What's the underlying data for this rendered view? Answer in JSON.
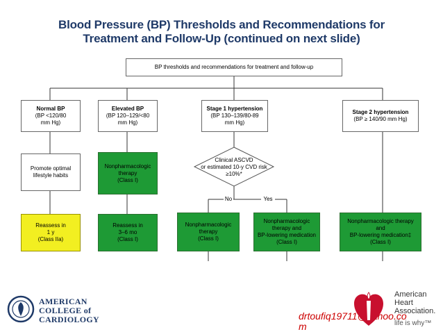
{
  "title": {
    "line1": "Blood Pressure (BP) Thresholds and Recommendations for",
    "line2": "Treatment and Follow-Up (continued on next slide)"
  },
  "root": {
    "label": "BP thresholds and recommendations for treatment and follow-up"
  },
  "categories": [
    {
      "name": "Normal BP",
      "range_line1": "(BP <120/80",
      "range_line2": "mm Hg)"
    },
    {
      "name": "Elevated BP",
      "range_line1": "(BP 120–129/<80",
      "range_line2": "mm Hg)"
    },
    {
      "name": "Stage 1 hypertension",
      "range_line1": "(BP 130–139/80-89",
      "range_line2": "mm Hg)"
    },
    {
      "name": "Stage 2 hypertension",
      "range_line1": "(BP ≥ 140/90 mm Hg)",
      "range_line2": ""
    }
  ],
  "second_row": {
    "normal": {
      "line1": "Promote optimal",
      "line2": "lifestyle habits"
    },
    "elevated": {
      "line1": "Nonpharmacologic",
      "line2": "therapy",
      "line3": "(Class I)"
    }
  },
  "decision": {
    "line1": "Clinical ASCVD",
    "line2": "or estimated 10-y CVD risk",
    "line3": "≥10%*",
    "no": "No",
    "yes": "Yes"
  },
  "bottom_row": [
    {
      "line1": "Reassess in",
      "line2": "1 y",
      "line3": "(Class IIa)"
    },
    {
      "line1": "Reassess in",
      "line2": "3–6 mo",
      "line3": "(Class I)"
    },
    {
      "line1": "Nonpharmacologic",
      "line2": "therapy",
      "line3": "(Class I)"
    },
    {
      "line1": "Nonpharmacologic",
      "line2": "therapy and",
      "line3": "BP-lowering medication",
      "line4": "(Class I)"
    },
    {
      "line1": "Nonpharmacologic therapy",
      "line2": "and",
      "line3": "BP-lowering medication‡",
      "line4": "(Class I)"
    }
  ],
  "footer": {
    "acc_line1": "AMERICAN",
    "acc_line2": "COLLEGE of",
    "acc_line3": "CARDIOLOGY",
    "email_line1": "drtoufiq19711@yahoo.co",
    "email_line2": "m",
    "aha_line1": "American",
    "aha_line2": "Heart",
    "aha_line3": "Association.",
    "aha_tagline": "life is why™"
  },
  "colors": {
    "title": "#1f3a68",
    "green": "#1e9a35",
    "yellow": "#f2ef21",
    "email": "#cc0000",
    "aha_red": "#c8102e"
  }
}
